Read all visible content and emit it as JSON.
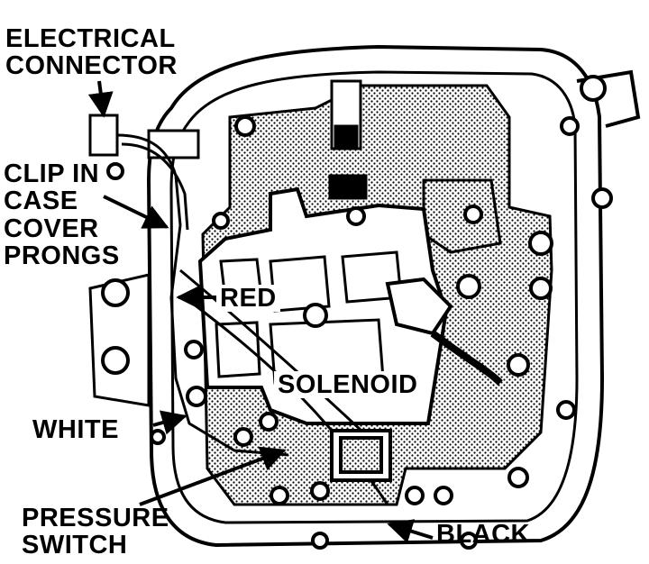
{
  "diagram": {
    "labels": {
      "electrical_connector": [
        "ELECTRICAL",
        "CONNECTOR"
      ],
      "clip_in_case": [
        "CLIP IN",
        "CASE",
        "COVER",
        "PRONGS"
      ],
      "red": "RED",
      "solenoid": "SOLENOID",
      "white": "WHITE",
      "pressure_switch": [
        "PRESSURE",
        "SWITCH"
      ],
      "black": "BLACK"
    },
    "colors": {
      "ink": "#000000",
      "paper": "#ffffff"
    }
  }
}
